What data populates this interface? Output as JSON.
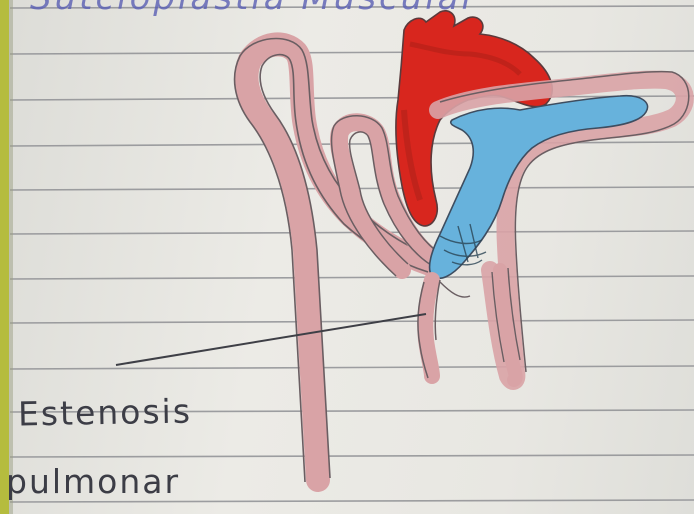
{
  "photo": {
    "subject": "hand-drawn heart sketch on lined notebook paper",
    "colors": {
      "paper": "#e7e6e1",
      "ruled_line": "#8f9094",
      "aorta_red": "#d8261e",
      "pulmonary_blue": "#67b2dc",
      "vessel_pink": "#d9a3a6",
      "pencil": "#3e3f46",
      "header_ink": "#5a5fb4",
      "binding_green": "#b5bc3e"
    }
  },
  "header_text": "Sutcloplastia Muscular",
  "labels": {
    "line1": "Estenosis",
    "line2": "pulmonar"
  }
}
